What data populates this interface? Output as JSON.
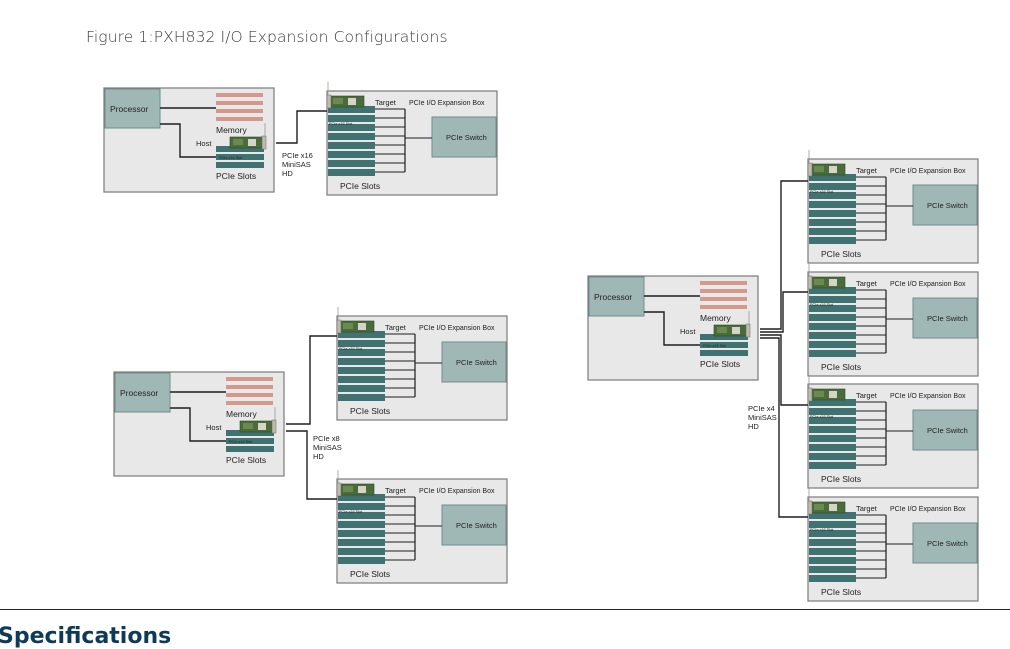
{
  "figure": {
    "title": "Figure 1:PXH832 I/O Expansion Configurations"
  },
  "labels": {
    "processor": "Processor",
    "memory": "Memory",
    "host": "Host",
    "target": "Target",
    "pcie_slots": "PCIe Slots",
    "slot_label": "PCIe x16 Slot",
    "expansion_box": "PCIe I/O Expansion Box",
    "switch": "PCIe Switch"
  },
  "configurations": [
    {
      "name": "single-box",
      "link_label": [
        "PCIe x16",
        "MiniSAS",
        "HD"
      ],
      "expansion_boxes": 1
    },
    {
      "name": "two-box",
      "link_label": [
        "PCIe x8",
        "MiniSAS",
        "HD"
      ],
      "expansion_boxes": 2
    },
    {
      "name": "four-box",
      "link_label": [
        "PCIe x4",
        "MiniSAS",
        "HD"
      ],
      "expansion_boxes": 4
    }
  ],
  "section": {
    "heading": "Specifications"
  },
  "colors": {
    "box_fill": "#e8e8e8",
    "box_border": "#7a7a7a",
    "processor_fill": "#9fb8b6",
    "memory_stripe": "#d4998a",
    "slot_fill": "#3f7270",
    "line": "#1e1e1e"
  }
}
